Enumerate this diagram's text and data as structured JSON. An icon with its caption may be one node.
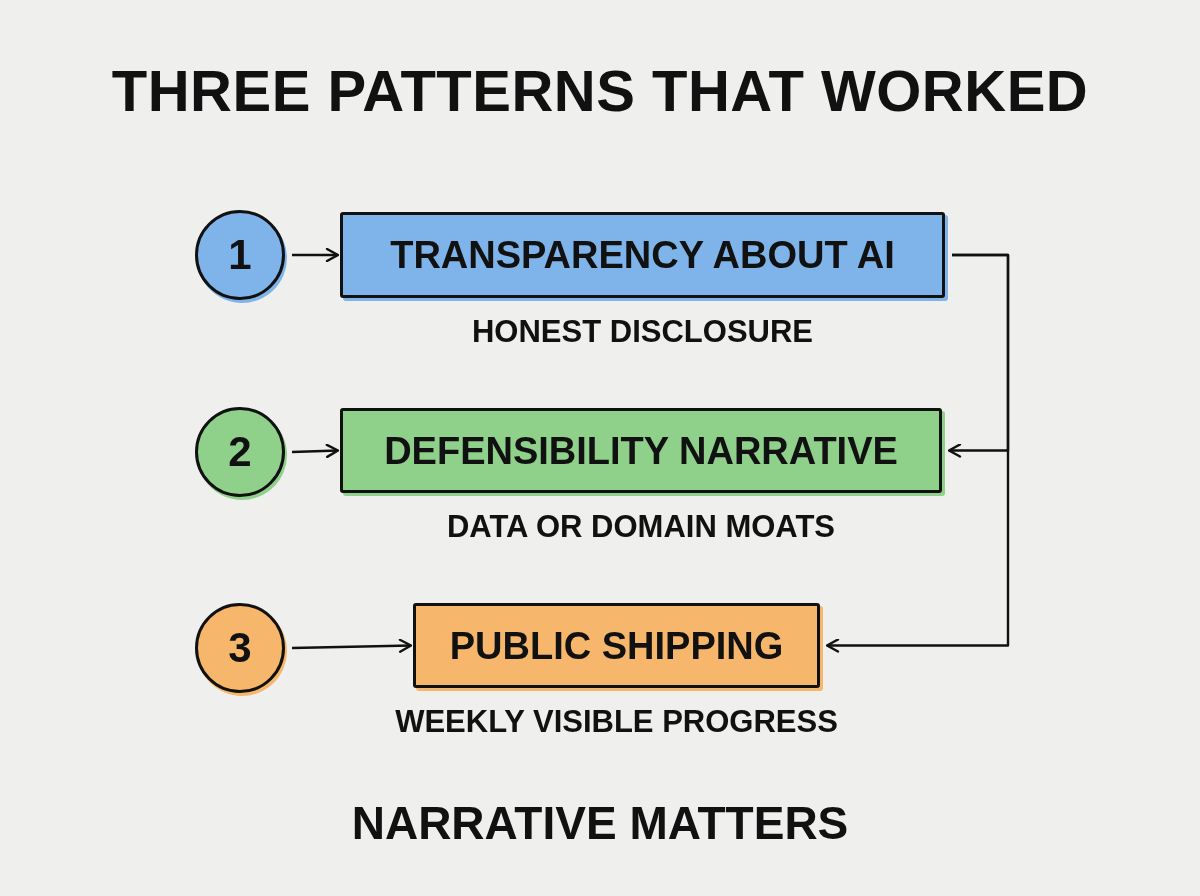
{
  "diagram": {
    "title": "THREE PATTERNS THAT WORKED",
    "nodes": [
      {
        "text": [
          "1"
        ]
      },
      {
        "text": [
          "TRANSPARENCY ABOUT AI"
        ],
        "beside": [
          "HONEST DISCLOSURE"
        ]
      },
      {
        "text": [
          "2"
        ]
      },
      {
        "text": [
          "DEFENSIBILITY NARRATIVE"
        ],
        "beside": [
          "DATA OR DOMAIN MOATS"
        ]
      },
      {
        "text": [
          "3"
        ]
      },
      {
        "text": [
          "PUBLIC SHIPPING"
        ],
        "beside": [
          "WEEKLY VISIBLE PROGRESS"
        ]
      }
    ],
    "edges": [
      {
        "from": 0,
        "to": 1,
        "arrow": "to"
      },
      {
        "from": 2,
        "to": 3,
        "arrow": "to"
      },
      {
        "from": 4,
        "to": 5,
        "arrow": "to"
      },
      {
        "from": 1,
        "to": 3,
        "arrow": "to"
      },
      {
        "from": 1,
        "to": 5,
        "arrow": "to"
      }
    ],
    "caption": "NARRATIVE MATTERS"
  }
}
